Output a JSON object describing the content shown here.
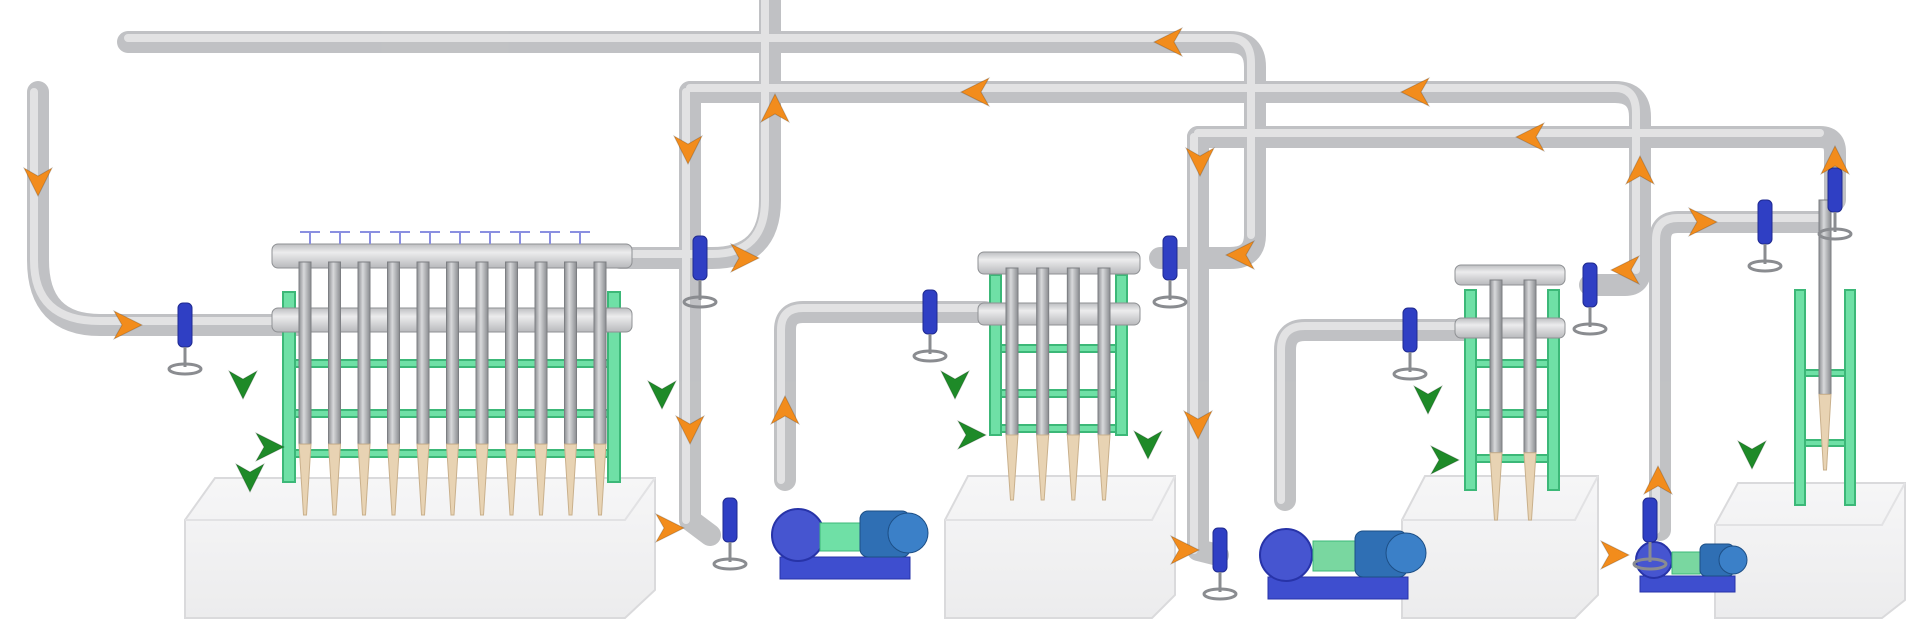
{
  "colors": {
    "background": "#ffffff",
    "pipe": "#cfd0d2",
    "pipe_edge": "#b3b4b7",
    "pipe_highlight": "#eeeeef",
    "tank": "#f1f1f2",
    "tank_edge": "#dcdcde",
    "frame": "#6fe0a6",
    "frame_dark": "#3cb878",
    "hydrocyclone": "#a9abae",
    "hydrocyclone_dark": "#7d7f83",
    "cone_tip": "#e8d3b3",
    "valve": "#2f3fc4",
    "valve_wheel": "#8a8c90",
    "pump": "#4655d0",
    "pump_dark": "#2733a8",
    "motor": "#2f6fb4",
    "coupling": "#79d7a0",
    "flow_arrow_main": "#f28c1c",
    "flow_arrow_overflow": "#1e8a28"
  },
  "diagram": {
    "stage_count": 4,
    "stages": [
      {
        "hydrocyclones": 11,
        "pump_icon": "centrifugal-pump-icon"
      },
      {
        "hydrocyclones": 4,
        "pump_icon": "centrifugal-pump-icon"
      },
      {
        "hydrocyclones": 2,
        "pump_icon": "centrifugal-pump-icon"
      },
      {
        "hydrocyclones": 1,
        "pump_icon": "centrifugal-pump-icon"
      }
    ],
    "icons": {
      "valve": "gate-valve-icon",
      "flow": "flow-direction-arrow-icon",
      "hydrocyclone": "hydrocyclone-icon",
      "tank": "collection-tank-icon",
      "motor": "electric-motor-icon"
    }
  }
}
